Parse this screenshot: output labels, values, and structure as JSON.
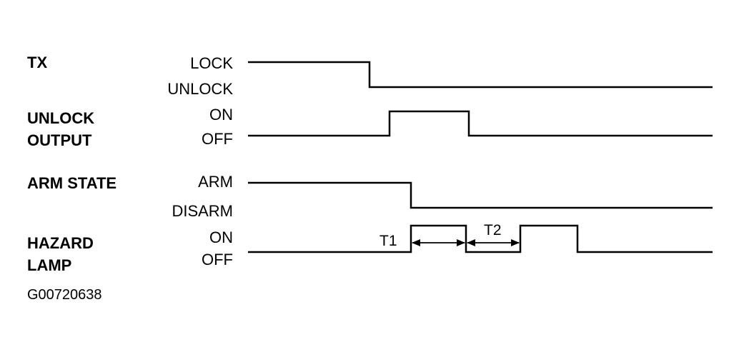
{
  "signals": [
    {
      "id": "tx",
      "label": "TX",
      "high_state": "LOCK",
      "low_state": "UNLOCK"
    },
    {
      "id": "unlock-output",
      "label": "UNLOCK\nOUTPUT",
      "high_state": "ON",
      "low_state": "OFF"
    },
    {
      "id": "arm-state",
      "label": "ARM STATE",
      "high_state": "ARM",
      "low_state": "DISARM"
    },
    {
      "id": "hazard-lamp",
      "label": "HAZARD\nLAMP",
      "high_state": "ON",
      "low_state": "OFF"
    }
  ],
  "intervals": {
    "t1": "T1",
    "t2": "T2"
  },
  "figure_id": "G00720638"
}
